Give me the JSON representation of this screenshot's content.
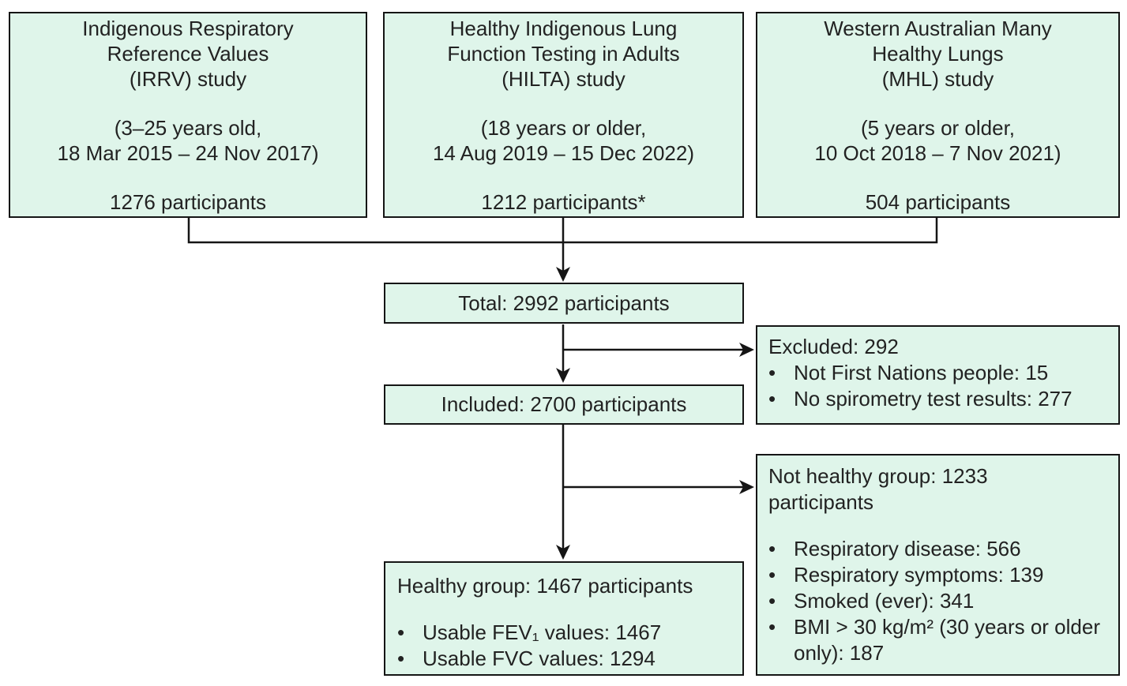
{
  "bullet": "•",
  "colors": {
    "box_fill": "#dff5ea",
    "box_border": "#151515",
    "text": "#222222",
    "connector": "#151515",
    "background": "#ffffff"
  },
  "studies": [
    {
      "title": "Indigenous Respiratory\nReference Values\n(IRRV) study",
      "criteria": "(3–25 years old,\n18 Mar 2015 – 24 Nov 2017)",
      "participants": "1276 participants"
    },
    {
      "title": "Healthy Indigenous Lung\nFunction Testing in Adults\n(HILTA) study",
      "criteria": "(18 years or older,\n14 Aug 2019 – 15 Dec 2022)",
      "participants": "1212 participants*"
    },
    {
      "title": "Western Australian Many\nHealthy Lungs\n(MHL) study",
      "criteria": "(5 years or older,\n10 Oct 2018 – 7 Nov 2021)",
      "participants": "504 participants"
    }
  ],
  "total": {
    "label": "Total: 2992 participants"
  },
  "excluded": {
    "title": "Excluded: 292",
    "items": [
      "Not First Nations people: 15",
      "No spirometry test results: 277"
    ]
  },
  "included": {
    "label": "Included: 2700 participants"
  },
  "not_healthy": {
    "title": "Not healthy group: 1233\nparticipants",
    "items": [
      "Respiratory disease: 566",
      "Respiratory symptoms: 139",
      "Smoked (ever): 341",
      "BMI > 30 kg/m² (30 years or older only): 187"
    ]
  },
  "healthy": {
    "title": "Healthy group: 1467 participants",
    "items": [
      "Usable FEV₁ values: 1467",
      "Usable FVC values: 1294"
    ]
  }
}
